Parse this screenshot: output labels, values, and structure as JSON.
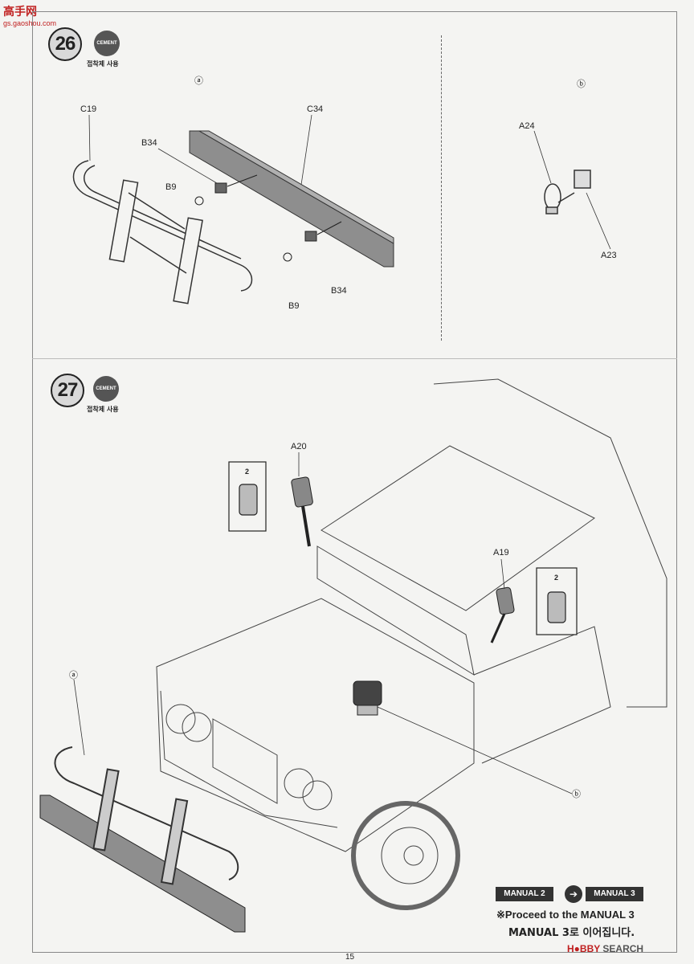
{
  "watermark": {
    "site_name": "高手网",
    "url": "gs.gaoshou.com"
  },
  "step26": {
    "number": "26",
    "cement_label": "CEMENT",
    "cement_note": "접착제 사용",
    "detail_a_marker": "ⓐ",
    "detail_b_marker": "ⓑ",
    "parts": {
      "c19": "C19",
      "c34": "C34",
      "b34_top": "B34",
      "b9_top": "B9",
      "b34_bottom": "B34",
      "b9_bottom": "B9",
      "a24": "A24",
      "a23": "A23"
    }
  },
  "step27": {
    "number": "27",
    "cement_label": "CEMENT",
    "cement_note": "접착제 사용",
    "parts": {
      "a20": "A20",
      "a19": "A19"
    },
    "callout_a": "ⓐ",
    "callout_b": "ⓑ",
    "mirror_badge_left": "2",
    "mirror_badge_right": "2"
  },
  "footer": {
    "manual_from": "MANUAL 2",
    "manual_to": "MANUAL 3",
    "proceed_en": "※Proceed to the MANUAL 3",
    "proceed_ko": "MANUAL 3로 이어집니다.",
    "page_number": "15",
    "site_badge_prefix": "H",
    "site_badge_mid": "BBY",
    "site_badge_suffix": "SEARCH"
  }
}
